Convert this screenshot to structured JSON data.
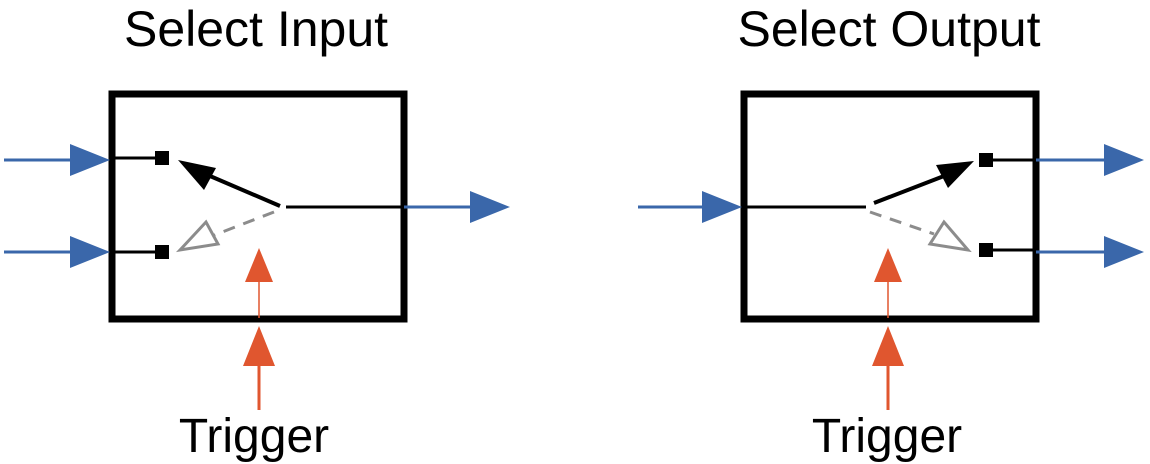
{
  "diagrams": [
    {
      "title": "Select Input",
      "trigger_label": "Trigger"
    },
    {
      "title": "Select Output",
      "trigger_label": "Trigger"
    }
  ],
  "colors": {
    "signal_arrow": "#3a67aa",
    "trigger_arrow": "#e0562f",
    "inactive_path": "#8c8c8c",
    "box_stroke": "#000000"
  }
}
